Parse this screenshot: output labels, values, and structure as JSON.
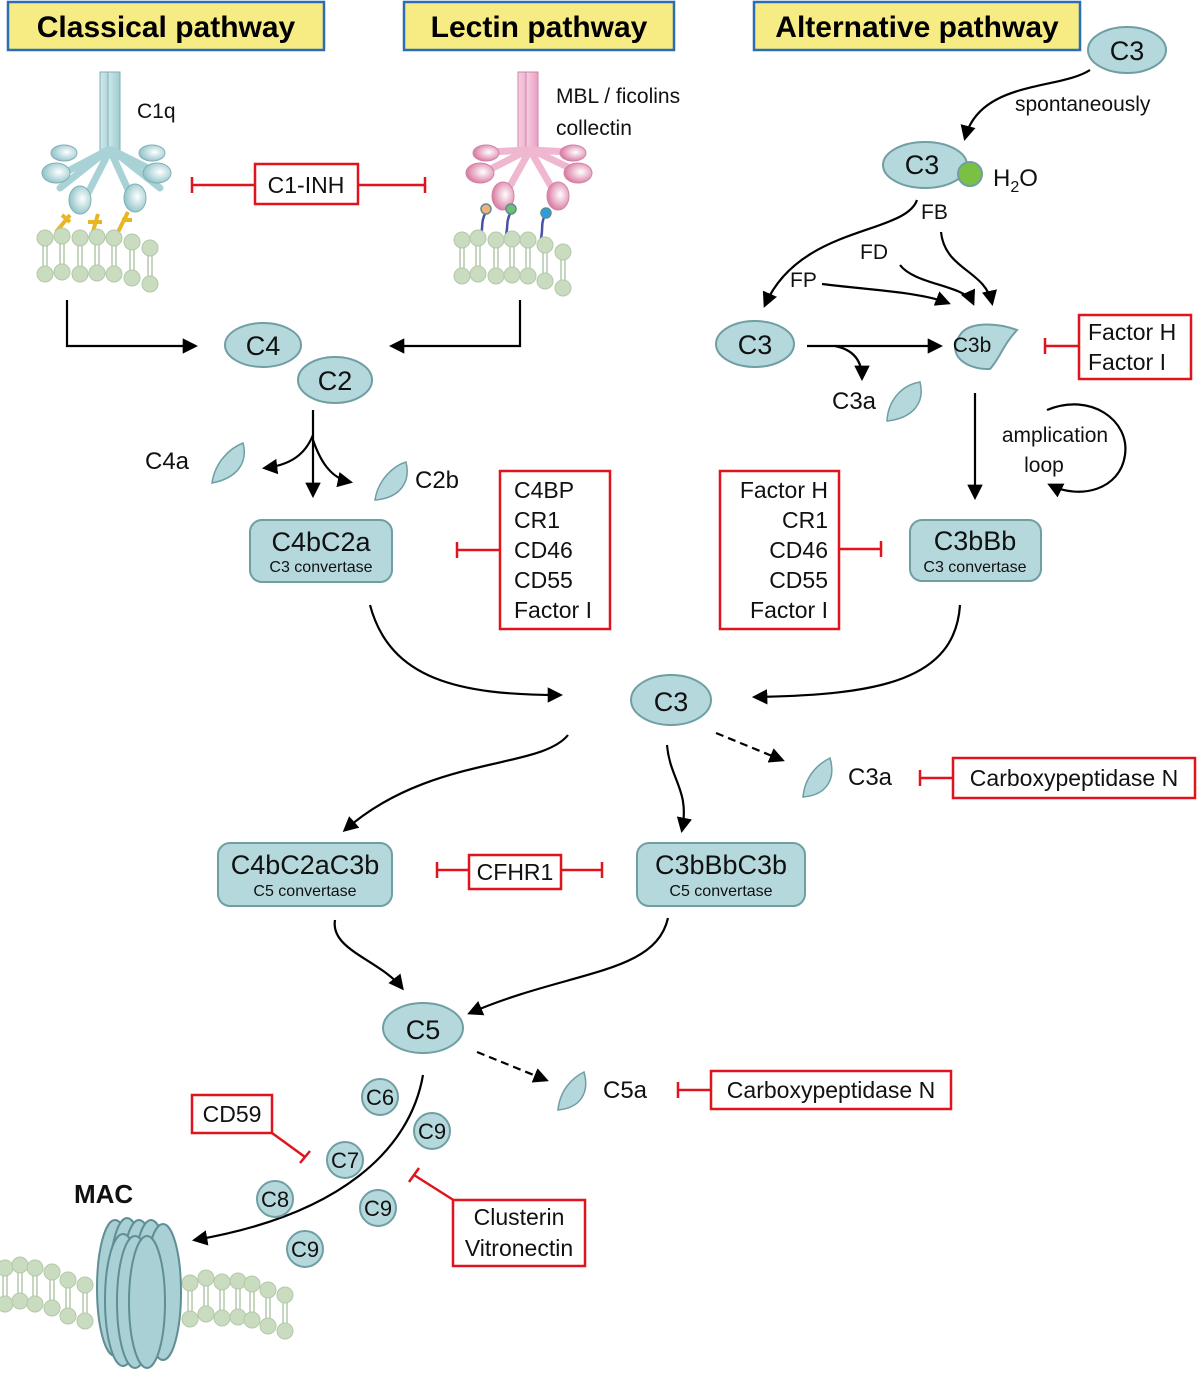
{
  "colors": {
    "title_fill": "#f7ec84",
    "title_border": "#2a6db5",
    "node_fill": "#b5d8dc",
    "node_stroke": "#6f9ea3",
    "inhibitor": "#e0141e",
    "arrow": "#000000",
    "membrane": "#c9dcbf",
    "c1q": "#b9dcdf",
    "mbl": "#f2b4d0",
    "water": "#7ac143"
  },
  "titles": {
    "classical": "Classical pathway",
    "lectin": "Lectin pathway",
    "alternative": "Alternative pathway"
  },
  "classical": {
    "c1q_label": "C1q",
    "c4": "C4",
    "c2": "C2",
    "c4a": "C4a",
    "c2b": "C2b",
    "convertase_name": "C4bC2a",
    "convertase_sub": "C3 convertase"
  },
  "lectin": {
    "mbl_line1": "MBL / ficolins",
    "mbl_line2": "collectin"
  },
  "alternative": {
    "c3_top": "C3",
    "spontaneously": "spontaneously",
    "c3_h2o": "C3",
    "h2o_base": "H",
    "h2o_sub": "2",
    "h2o_end": "O",
    "fb": "FB",
    "fd": "FD",
    "fp": "FP",
    "c3": "C3",
    "c3b": "C3b",
    "c3a": "C3a",
    "amp_line1": "amplication",
    "amp_line2": "loop",
    "convertase_name": "C3bBb",
    "convertase_sub": "C3 convertase"
  },
  "common": {
    "c3": "C3",
    "c3a": "C3a",
    "c5_conv_left_name": "C4bC2aC3b",
    "c5_conv_left_sub": "C5 convertase",
    "c5_conv_right_name": "C3bBbC3b",
    "c5_conv_right_sub": "C5 convertase",
    "c5": "C5",
    "c5a": "C5a",
    "mac": "MAC",
    "terminal": [
      "C6",
      "C9",
      "C7",
      "C8",
      "C9",
      "C9"
    ]
  },
  "inhibitors": {
    "c1_inh": "C1-INH",
    "classical_conv": [
      "C4BP",
      "CR1",
      "CD46",
      "CD55",
      "Factor I"
    ],
    "c3b_reg": [
      "Factor H",
      "Factor I"
    ],
    "alt_conv": [
      "Factor H",
      "CR1",
      "CD46",
      "CD55",
      "Factor I"
    ],
    "c3a_reg": "Carboxypeptidase N",
    "cfhr1": "CFHR1",
    "c5a_reg": "Carboxypeptidase N",
    "cd59": "CD59",
    "mac_reg": [
      "Clusterin",
      "Vitronectin"
    ]
  }
}
